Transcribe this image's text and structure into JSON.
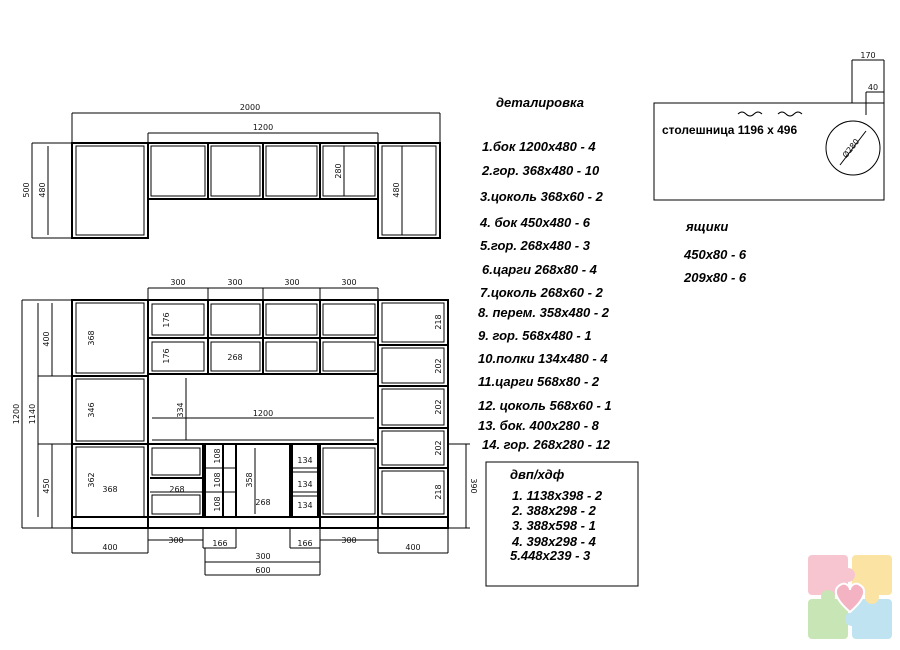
{
  "top_view": {
    "width_total": "2000",
    "width_mid": "1200",
    "height_outer": "500",
    "height_inner": "480",
    "height_mid": "280",
    "height_right": "480"
  },
  "front_view": {
    "top_widths": [
      "300",
      "300",
      "300",
      "300"
    ],
    "height_total": "1200",
    "height_1140": "1140",
    "height_400": "400",
    "height_450": "450",
    "height_390": "390",
    "left_cells": [
      "368",
      "346",
      "362"
    ],
    "left_bottom_w": "368",
    "col1": [
      "176",
      "176"
    ],
    "shelf_268_top": "268",
    "h_334": "334",
    "span_1200": "1200",
    "bottom_268": "268",
    "small_108": [
      "108",
      "108",
      "108"
    ],
    "h_358": "358",
    "w_268_center": "268",
    "small_134": [
      "134",
      "134",
      "134"
    ],
    "right_cells": [
      "218",
      "202",
      "202",
      "202",
      "218"
    ],
    "bottom_widths": {
      "left": "400",
      "c1": "300",
      "c2": "166",
      "c3": "300",
      "c4": "166",
      "c5": "300",
      "right": "400",
      "total": "600"
    }
  },
  "parts": {
    "title": "деталировка",
    "items": [
      "1.бок 1200х480 - 4",
      "2.гор. 368х480 - 10",
      "3.цоколь 368х60 - 2",
      "4. бок 450х480 - 6",
      "5.гор. 268х480 - 3",
      "6.царги 268х80 - 4",
      "7.цоколь 268х60 - 2",
      "8. перем. 358х480 - 2",
      "9. гор. 568х480 - 1",
      "10.полки 134х480 - 4",
      "11.царги 568х80 - 2",
      "12. цоколь 568х60 - 1",
      "13. бок. 400х280 - 8",
      "14. гор. 268х280 - 12"
    ]
  },
  "countertop": {
    "label": "столешница 1196 х 496",
    "dim_170": "170",
    "dim_40": "40",
    "dim_d": "Ø280"
  },
  "drawers": {
    "title": "ящики",
    "items": [
      "450х80 - 6",
      "209х80 - 6"
    ]
  },
  "dvp": {
    "title": "двп/хдф",
    "items": [
      "1. 1138х398 - 2",
      "2. 388х298 - 2",
      "3. 388х598 - 1",
      "4. 398х298 - 4",
      "5.448х239 - 3"
    ]
  }
}
